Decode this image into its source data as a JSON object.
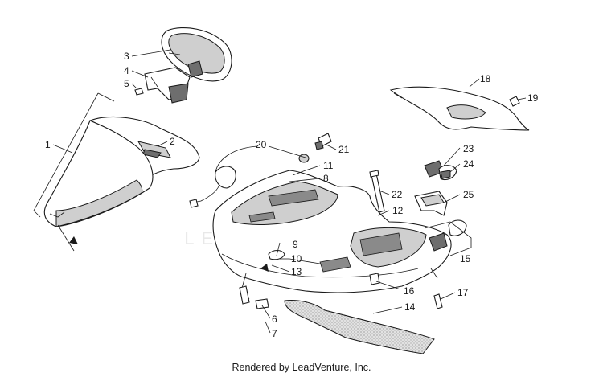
{
  "diagram": {
    "callouts": [
      {
        "id": "1",
        "label": "1"
      },
      {
        "id": "2",
        "label": "2"
      },
      {
        "id": "3",
        "label": "3"
      },
      {
        "id": "4",
        "label": "4"
      },
      {
        "id": "5",
        "label": "5"
      },
      {
        "id": "6",
        "label": "6"
      },
      {
        "id": "7",
        "label": "7"
      },
      {
        "id": "8",
        "label": "8"
      },
      {
        "id": "9",
        "label": "9"
      },
      {
        "id": "10",
        "label": "10"
      },
      {
        "id": "11",
        "label": "11"
      },
      {
        "id": "12",
        "label": "12"
      },
      {
        "id": "13",
        "label": "13"
      },
      {
        "id": "14",
        "label": "14"
      },
      {
        "id": "15",
        "label": "15"
      },
      {
        "id": "16",
        "label": "16"
      },
      {
        "id": "17",
        "label": "17"
      },
      {
        "id": "18",
        "label": "18"
      },
      {
        "id": "19",
        "label": "19"
      },
      {
        "id": "20",
        "label": "20"
      },
      {
        "id": "21",
        "label": "21"
      },
      {
        "id": "22",
        "label": "22"
      },
      {
        "id": "23",
        "label": "23"
      },
      {
        "id": "24",
        "label": "24"
      },
      {
        "id": "25",
        "label": "25"
      }
    ],
    "watermark": "LEADVENTURE"
  },
  "footer": {
    "text": "Rendered by LeadVenture, Inc."
  }
}
